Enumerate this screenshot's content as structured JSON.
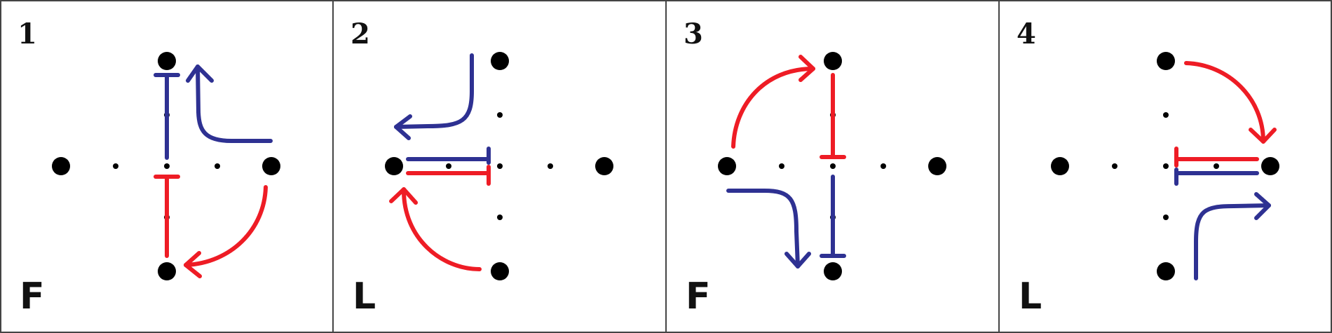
{
  "colors": {
    "red": "#ee1c25",
    "blue": "#2e3192",
    "node": "#000000",
    "border": "#444444"
  },
  "panels": [
    {
      "number": "1",
      "letter": "F"
    },
    {
      "number": "2",
      "letter": "L"
    },
    {
      "number": "3",
      "letter": "F"
    },
    {
      "number": "4",
      "letter": "L"
    }
  ]
}
